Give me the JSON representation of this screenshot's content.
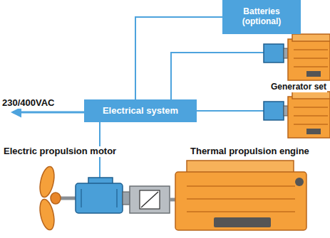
{
  "diagram": {
    "nodes": [
      {
        "text": [
          "Batteries (optional)"
        ]
      },
      {
        "text": [
          "Electrical system"
        ]
      }
    ],
    "edges": [
      {
        "from": 0,
        "to": 1,
        "arrow": "none"
      }
    ],
    "labels": [
      "230/400VAC",
      "Generator set",
      "Electric propulsion motor",
      "Thermal propulsion engine"
    ]
  }
}
